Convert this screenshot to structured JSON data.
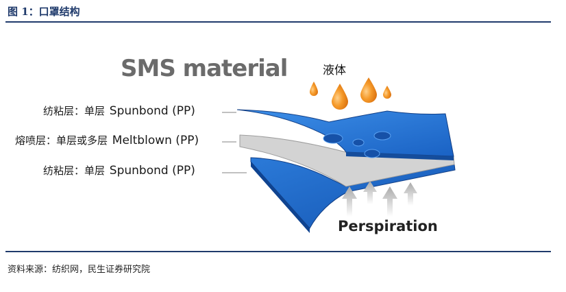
{
  "figure_title": "图 1：口罩结构",
  "source_note": "资料来源：纺织网，民生证券研究院",
  "diagram": {
    "title": "SMS material",
    "liquid_label": "液体",
    "perspiration_label": "Perspiration",
    "layers": [
      {
        "zh": "纺粘层：单层",
        "en": "Spunbond (PP)"
      },
      {
        "zh": "熔喷层：单层或多层",
        "en": "Meltblown (PP)"
      },
      {
        "zh": "纺粘层：单层",
        "en": "Spunbond (PP)"
      }
    ],
    "colors": {
      "spunbond_blue": "#1f6fd1",
      "spunbond_edge": "#123f86",
      "meltblown_gray": "#c9c9c9",
      "droplet_orange": "#f08a1c",
      "arrow_gray": "#b8b8b8",
      "rule_navy": "#1f3a6b"
    }
  }
}
